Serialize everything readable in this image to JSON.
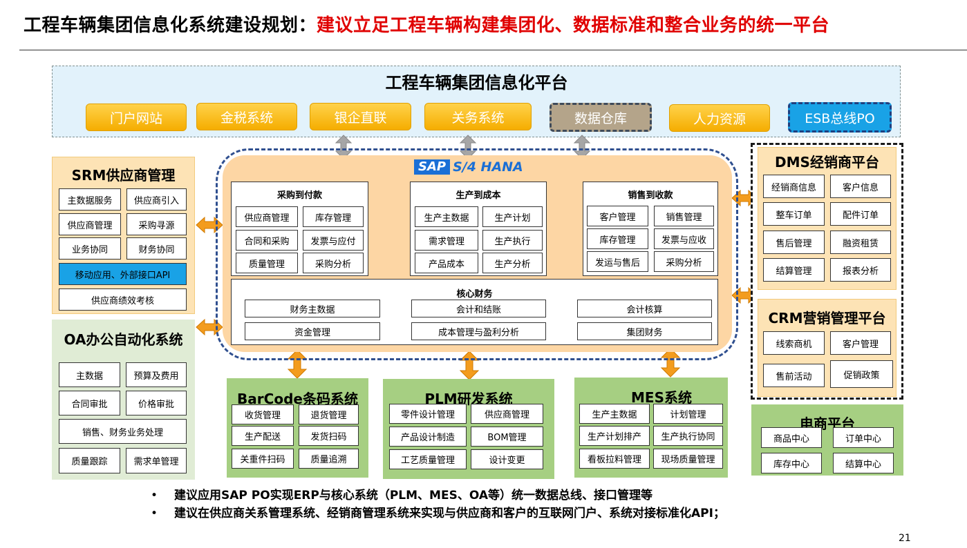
{
  "header": {
    "title_black": "工程车辆集团信息化系统建设规划：",
    "title_red": "建议立足工程车辆构建集团化、数据标准和整合业务的统一平台"
  },
  "platform": {
    "title": "工程车辆集团信息化平台",
    "buttons": [
      "门户网站",
      "金税系统",
      "银企直联",
      "关务系统",
      "数据仓库",
      "人力资源",
      "ESB总线PO"
    ]
  },
  "srm": {
    "title": "SRM供应商管理",
    "items": [
      "主数据服务",
      "供应商引入",
      "供应商管理",
      "采购寻源",
      "业务协同",
      "财务协同"
    ],
    "highlight": "移动应用、外部接口API",
    "last": "供应商绩效考核"
  },
  "oa": {
    "title": "OA办公自动化系统",
    "items": [
      "主数据",
      "预算及费用",
      "合同审批",
      "价格审批"
    ],
    "wide": "销售、财务业务处理",
    "items2": [
      "质量跟踪",
      "需求单管理"
    ]
  },
  "sap": {
    "logo_sap": "SAP",
    "logo_s4": "S/4 HANA",
    "modules": [
      {
        "title": "采购到付款",
        "items": [
          "供应商管理",
          "库存管理",
          "合同和采购",
          "发票与应付",
          "质量管理",
          "采购分析"
        ]
      },
      {
        "title": "生产到成本",
        "items": [
          "生产主数据",
          "生产计划",
          "需求管理",
          "生产执行",
          "产品成本",
          "生产分析"
        ]
      },
      {
        "title": "销售到收款",
        "items": [
          "客户管理",
          "销售管理",
          "库存管理",
          "发票与应收",
          "发运与售后",
          "采购分析"
        ]
      }
    ],
    "finance": {
      "title": "核心财务",
      "items": [
        "财务主数据",
        "会计和结账",
        "会计核算",
        "资金管理",
        "成本管理与盈利分析",
        "集团财务"
      ]
    }
  },
  "barcode": {
    "title": "BarCode条码系统",
    "items": [
      "收货管理",
      "退货管理",
      "生产配送",
      "发货扫码",
      "关重件扫码",
      "质量追溯"
    ]
  },
  "plm": {
    "title": "PLM研发系统",
    "items": [
      "零件设计管理",
      "供应商管理",
      "产品设计制造",
      "BOM管理",
      "工艺质量管理",
      "设计变更"
    ]
  },
  "mes": {
    "title": "MES系统",
    "items": [
      "生产主数据",
      "计划管理",
      "生产计划排产",
      "生产执行协同",
      "看板拉料管理",
      "现场质量管理"
    ]
  },
  "dms": {
    "title": "DMS经销商平台",
    "items": [
      "经销商信息",
      "客户信息",
      "整车订单",
      "配件订单",
      "售后管理",
      "融资租赁",
      "结算管理",
      "报表分析"
    ]
  },
  "crm": {
    "title": "CRM营销管理平台",
    "items": [
      "线索商机",
      "客户管理",
      "售前活动",
      "促销政策"
    ]
  },
  "ecommerce": {
    "title": "电商平台",
    "items": [
      "商品中心",
      "订单中心",
      "库存中心",
      "结算中心"
    ]
  },
  "bullets": [
    "建议应用SAP PO实现ERP与核心系统（PLM、MES、OA等）统一数据总线、接口管理等",
    "建议在供应商关系管理系统、经销商管理系统来实现与供应商和客户的互联网门户、系统对接标准化API；"
  ],
  "bullet_marker": "•",
  "page_number": "21",
  "colors": {
    "accent_red": "#e00000",
    "yellow": "#f5ad00",
    "green": "#a6cf82",
    "orange_arrow": "#f39c1e",
    "gray_arrow": "#a6a6a6",
    "blue": "#19a2e6"
  }
}
